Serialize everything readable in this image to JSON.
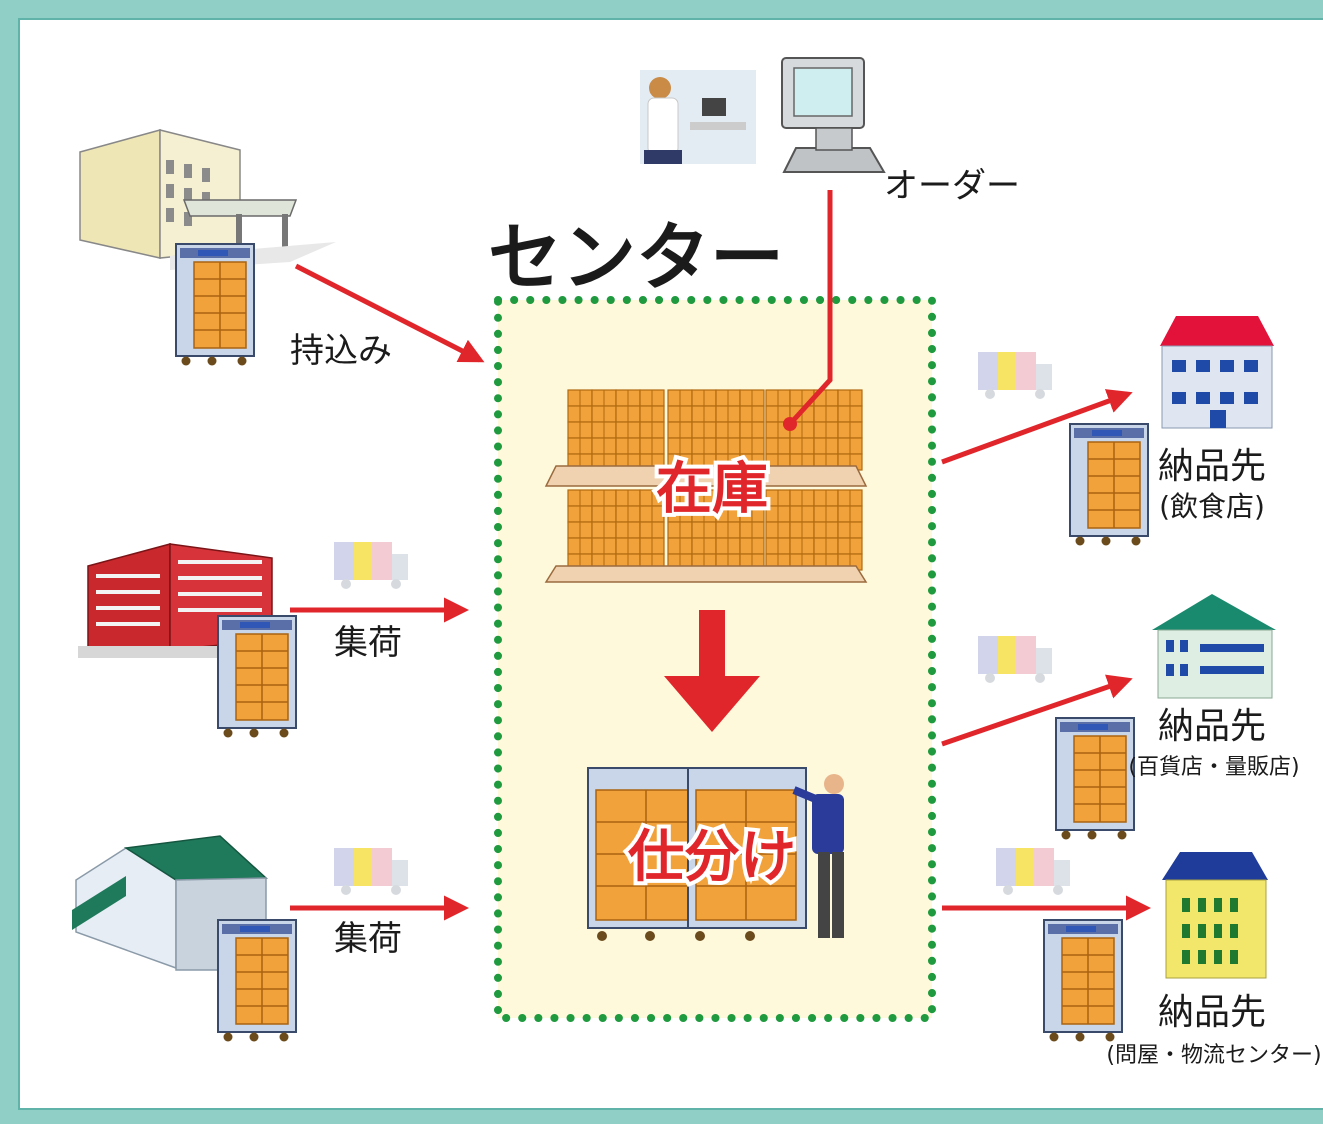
{
  "title": "センター",
  "order_label": "オーダー",
  "stock_label": "在庫",
  "sorting_label": "仕分け",
  "inflows": [
    {
      "label": "持込み"
    },
    {
      "label": "集荷"
    },
    {
      "label": "集荷"
    }
  ],
  "destinations": [
    {
      "label": "納品先",
      "sub": "(飲食店)"
    },
    {
      "label": "納品先",
      "sub": "(百貨店・量販店)"
    },
    {
      "label": "納品先",
      "sub": "(問屋・物流センター)"
    }
  ],
  "colors": {
    "arrow": "#e1262b",
    "frame": "#8fcfc6",
    "center_fill": "#fff9dc",
    "dotted_border": "#1f9a3e",
    "box": "#f2a23a"
  }
}
